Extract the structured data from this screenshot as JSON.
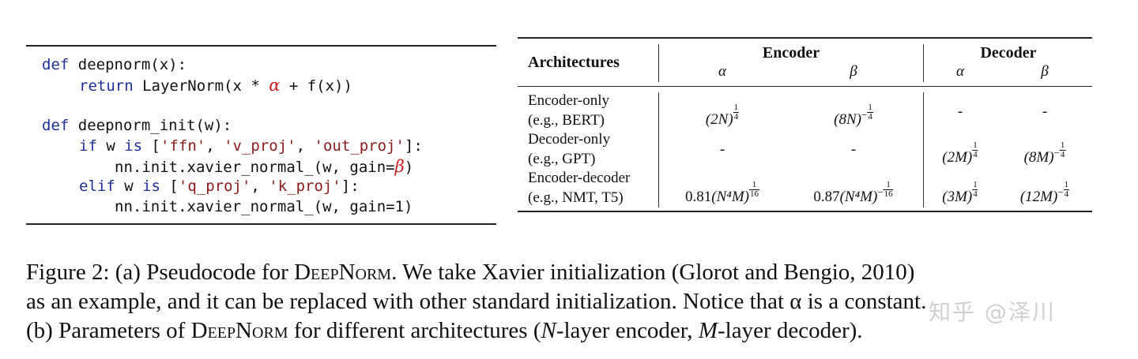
{
  "code": {
    "lines": [
      {
        "kw1": "def",
        "t1": " deepnorm(x):"
      },
      {
        "kw1": "return",
        "t1": " LayerNorm(x * ",
        "greek": "α",
        "t2": " + f(x))"
      },
      {
        "kw1": "def",
        "t1": " deepnorm_init(w):"
      },
      {
        "kw1": "if",
        "t1": " w ",
        "kw2": "is",
        "t2": " [",
        "s1": "'ffn'",
        "t3": ", ",
        "s2": "'v_proj'",
        "t4": ", ",
        "s3": "'out_proj'",
        "t5": "]:"
      },
      {
        "t1": "nn.init.xavier_normal_(w, gain=",
        "greek": "β",
        "t2": ")"
      },
      {
        "kw1": "elif",
        "t1": " w ",
        "kw2": "is",
        "t2": " [",
        "s1": "'q_proj'",
        "t3": ", ",
        "s2": "'k_proj'",
        "t4": "]:"
      },
      {
        "t1": "nn.init.xavier_normal_(w, gain=1)"
      }
    ]
  },
  "table": {
    "header": {
      "architectures": "Architectures",
      "encoder": "Encoder",
      "decoder": "Decoder",
      "alpha": "α",
      "beta": "β"
    },
    "rows": [
      {
        "name": "Encoder-only",
        "example": "(e.g., BERT)",
        "enc_alpha": {
          "coef": "",
          "base": "(2N)",
          "sign": "",
          "num": "1",
          "den": "4"
        },
        "enc_beta": {
          "coef": "",
          "base": "(8N)",
          "sign": "−",
          "num": "1",
          "den": "4"
        },
        "dec_alpha": "-",
        "dec_beta": "-"
      },
      {
        "name": "Decoder-only",
        "example": "(e.g., GPT)",
        "enc_alpha": "-",
        "enc_beta": "-",
        "dec_alpha": {
          "coef": "",
          "base": "(2M)",
          "sign": "",
          "num": "1",
          "den": "4"
        },
        "dec_beta": {
          "coef": "",
          "base": "(8M)",
          "sign": "−",
          "num": "1",
          "den": "4"
        }
      },
      {
        "name": "Encoder-decoder",
        "example": "(e.g., NMT, T5)",
        "enc_alpha": {
          "coef": "0.81",
          "base": "(N⁴M)",
          "sign": "",
          "num": "1",
          "den": "16"
        },
        "enc_beta": {
          "coef": "0.87",
          "base": "(N⁴M)",
          "sign": "−",
          "num": "1",
          "den": "16"
        },
        "dec_alpha": {
          "coef": "",
          "base": "(3M)",
          "sign": "",
          "num": "1",
          "den": "4"
        },
        "dec_beta": {
          "coef": "",
          "base": "(12M)",
          "sign": "−",
          "num": "1",
          "den": "4"
        }
      }
    ]
  },
  "caption": {
    "l1a": "Figure 2: (a) Pseudocode for ",
    "deepnorm": "DeepNorm",
    "l1b": ". We take Xavier initialization (Glorot and Bengio, 2010)",
    "l2": "as an example, and it can be replaced with other standard initialization. Notice that α is a constant.",
    "l3a": "(b) Parameters of ",
    "l3b": " for different architectures (",
    "n": "N",
    "l3c": "-layer encoder, ",
    "m": "M",
    "l3d": "-layer decoder)."
  },
  "watermark": {
    "text": "知乎 @泽川"
  }
}
